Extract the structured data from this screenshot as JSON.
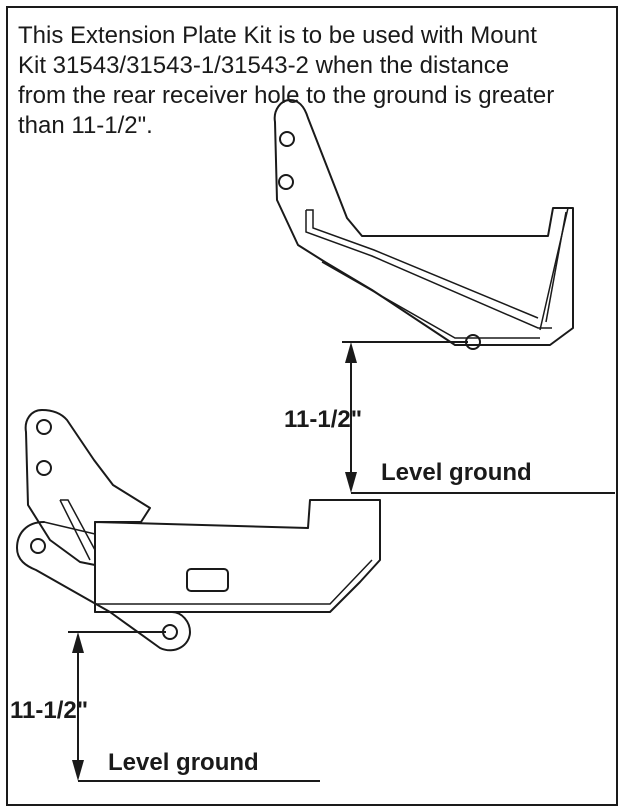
{
  "intro_text": "This Extension Plate Kit is to be used with Mount\nKit 31543/31543-1/31543-2 when the distance\nfrom the rear receiver hole to the ground is greater\nthan 11-1/2\".",
  "upper_view": {
    "dimension_label": "11-1/2\"",
    "ground_label": "Level ground"
  },
  "lower_view": {
    "dimension_label": "11-1/2\"",
    "ground_label": "Level ground"
  }
}
